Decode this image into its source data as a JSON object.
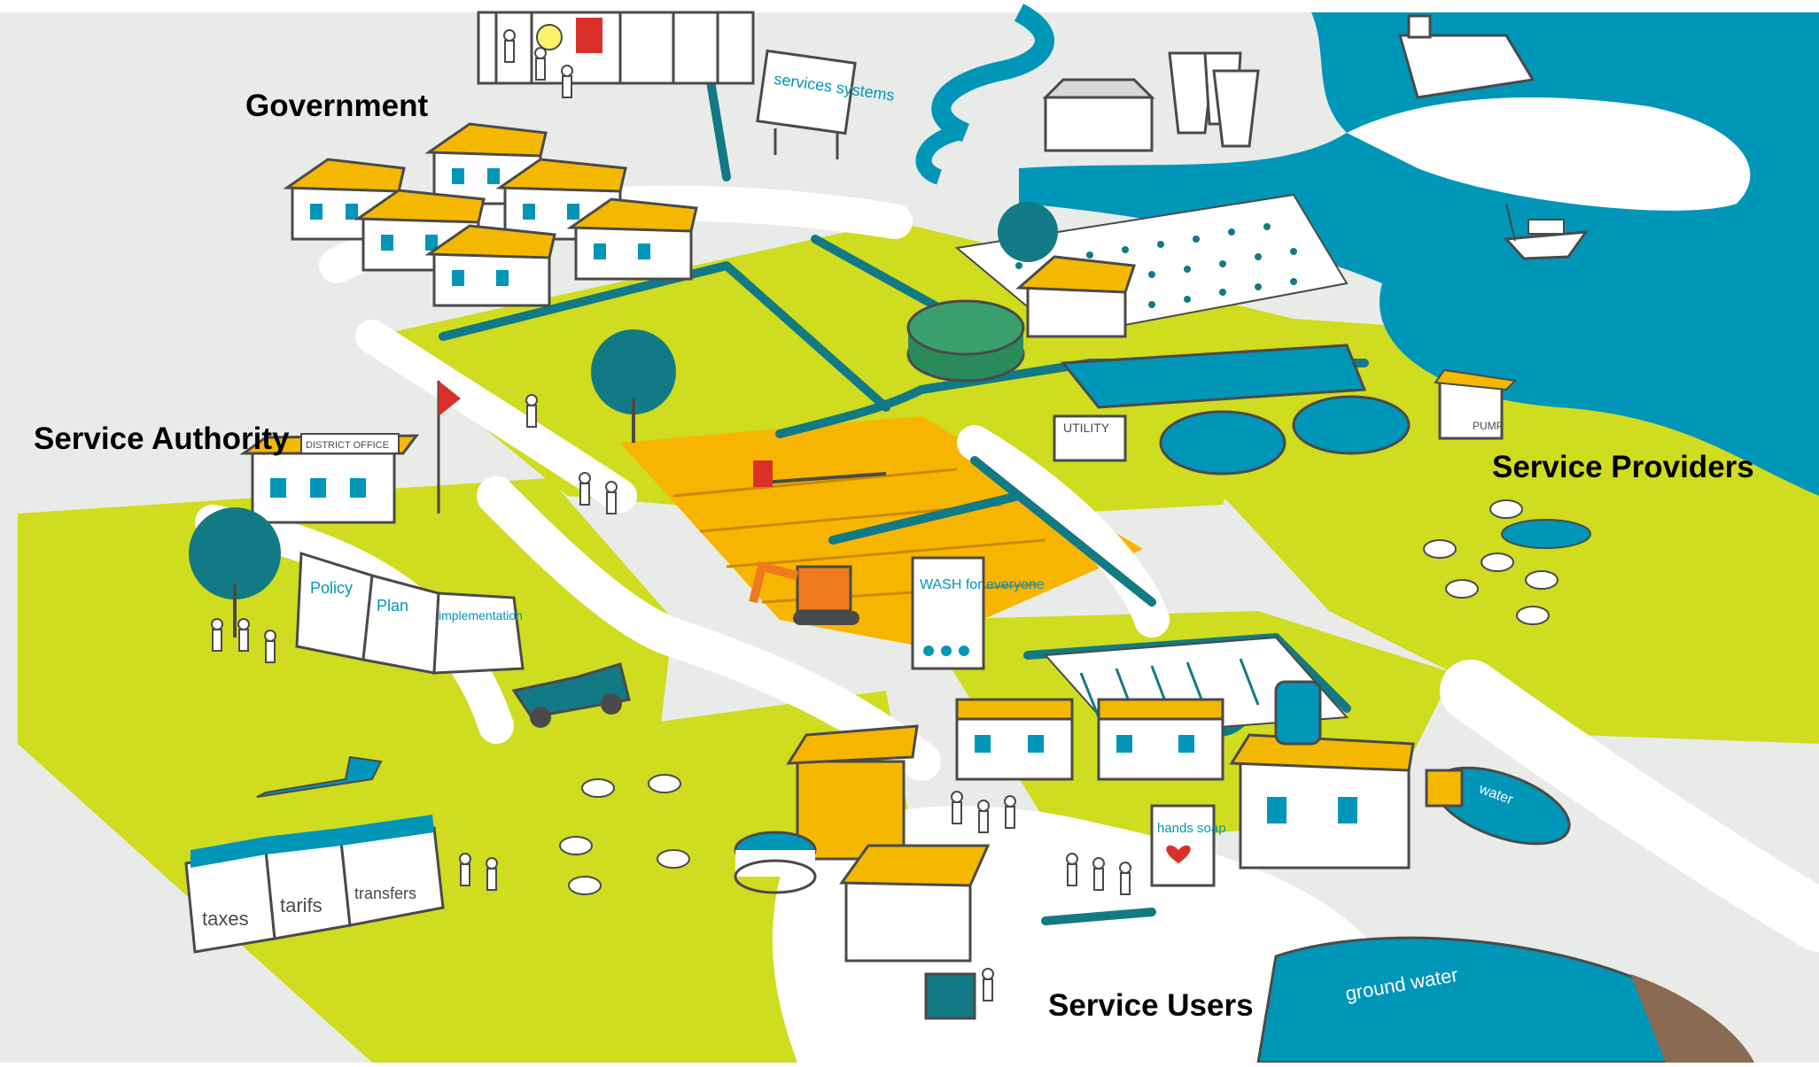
{
  "labels": {
    "government": "Government",
    "service_authority": "Service Authority",
    "service_providers": "Service Providers",
    "service_users": "Service Users"
  },
  "signs": {
    "district_office": "DISTRICT OFFICE",
    "policy": "Policy",
    "plan": "Plan",
    "implementation": "implementation",
    "wash_for_everyone": "WASH for everyone",
    "services_systems": "services systems",
    "utility": "UTILITY",
    "pump": "PUMP",
    "hands_soap": "hands soap",
    "water_tanker": "water",
    "taxes": "taxes",
    "tariffs": "tarifs",
    "transfers": "transfers",
    "ground_water": "ground water"
  },
  "colors": {
    "grass": "#cfdc1f",
    "field": "#f7b500",
    "water": "#0096b8",
    "road": "#ffffff",
    "roof": "#f5b800",
    "outline": "#4a4a4a",
    "teal": "#127a84",
    "ground": "#e9ebe8"
  },
  "icons": {
    "lightbulb": "lightbulb-icon",
    "heart": "heart-icon",
    "flag": "flag-icon"
  }
}
